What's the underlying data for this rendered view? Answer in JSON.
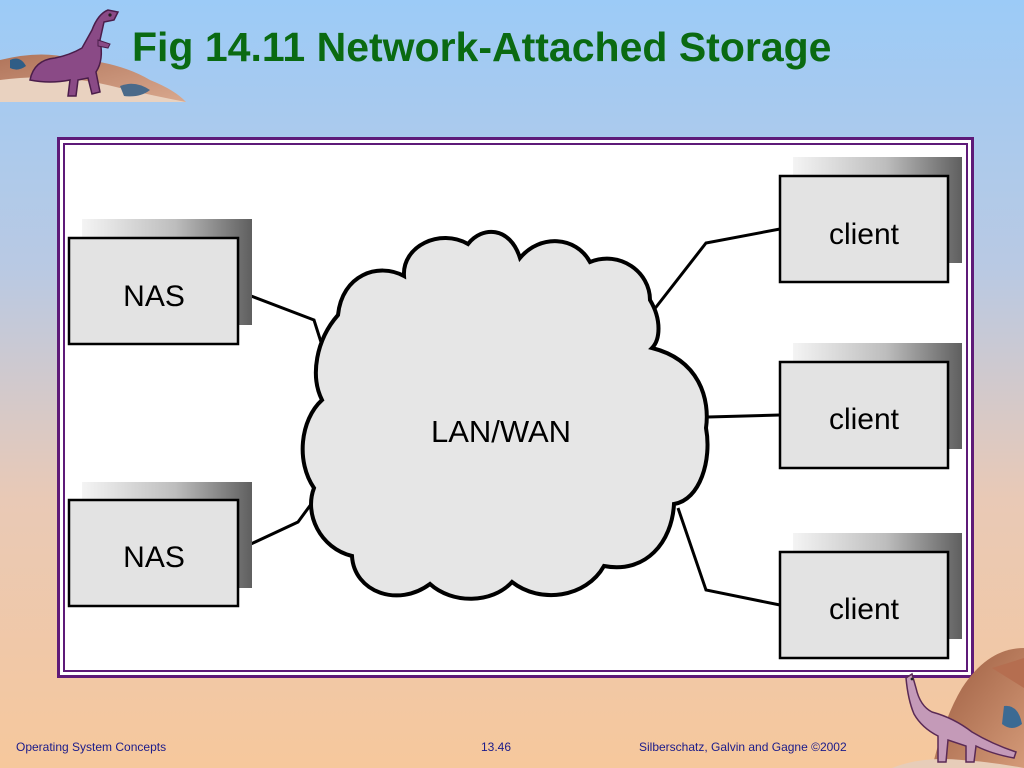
{
  "slide": {
    "title": "Fig 14.11 Network-Attached Storage"
  },
  "diagram": {
    "cloud_label": "LAN/WAN",
    "nas_nodes": [
      {
        "label": "NAS"
      },
      {
        "label": "NAS"
      }
    ],
    "client_nodes": [
      {
        "label": "client"
      },
      {
        "label": "client"
      },
      {
        "label": "client"
      }
    ]
  },
  "footer": {
    "left": "Operating System Concepts",
    "center": "13.46",
    "right": "Silberschatz, Galvin and  Gagne ©2002"
  },
  "colors": {
    "title": "#0a6a12",
    "frame_border": "#5e1a78",
    "box_fill": "#e3e3e3",
    "cloud_fill": "#e6e6e6",
    "footer_text": "#1b1b8a"
  }
}
